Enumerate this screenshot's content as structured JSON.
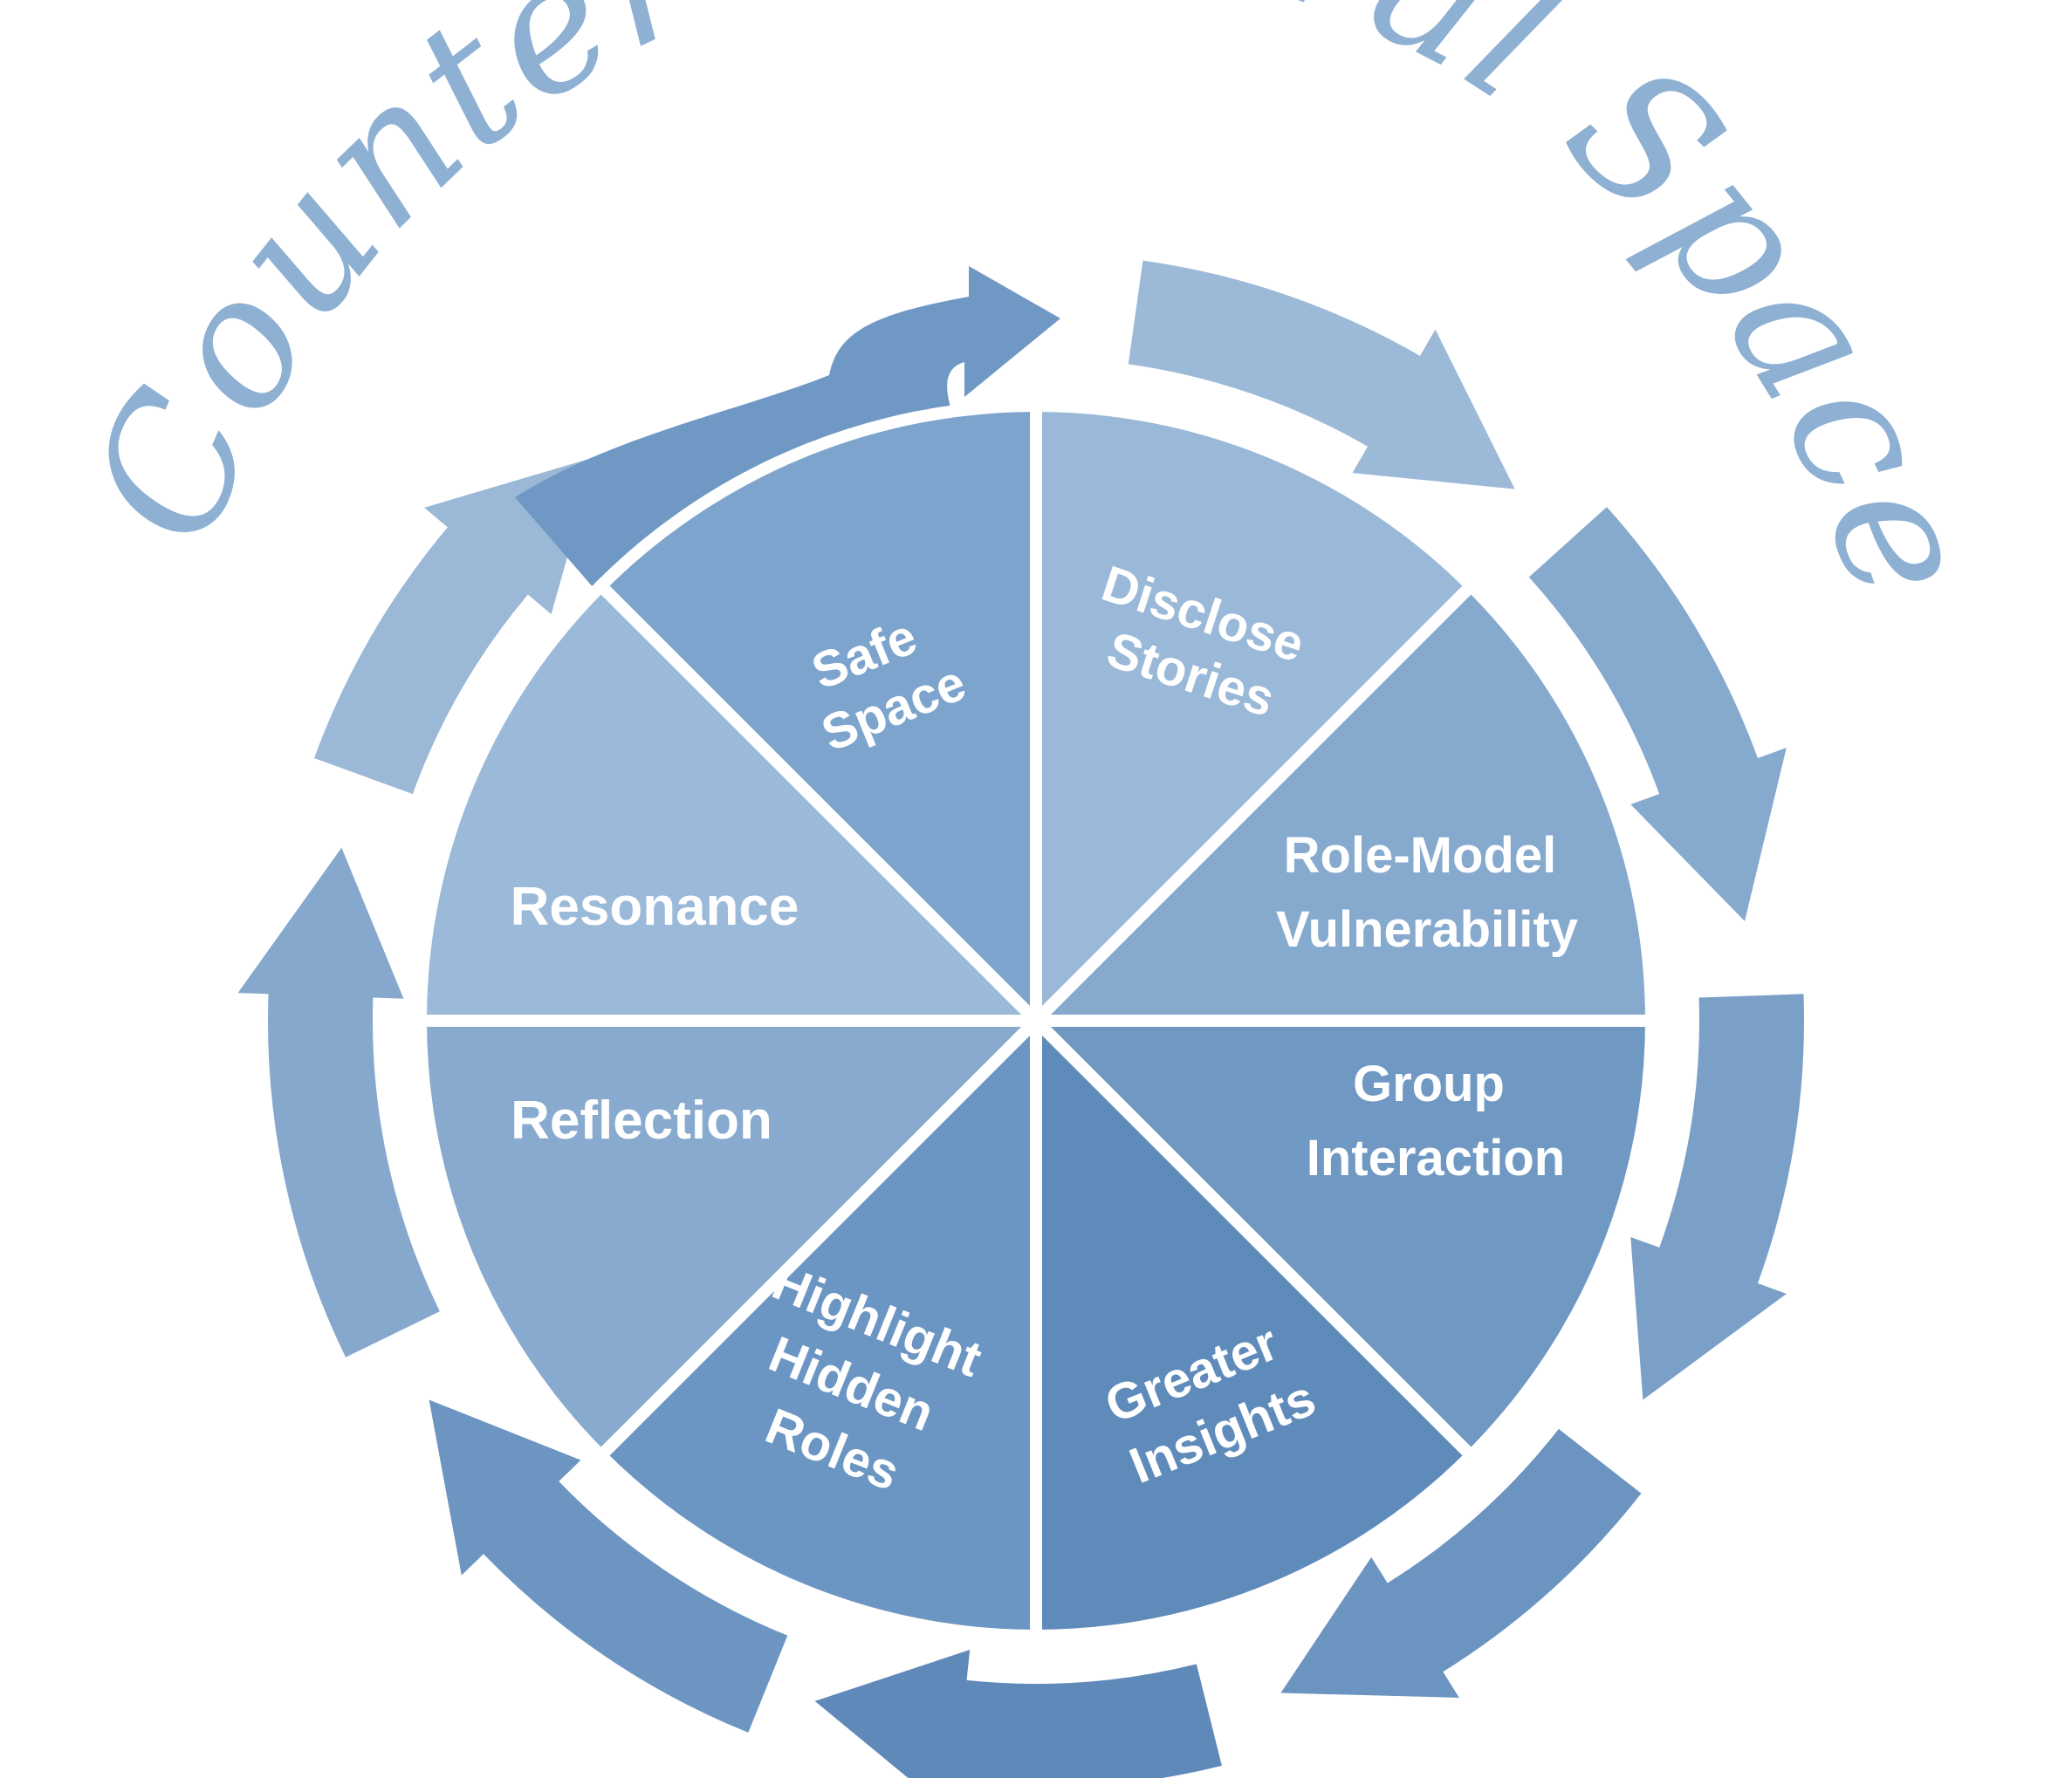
{
  "title": "Counter-Cultural Space",
  "segments": [
    {
      "lines": [
        "Safe",
        "Space"
      ],
      "color": "#7da4cc"
    },
    {
      "lines": [
        "Disclose",
        "Stories"
      ],
      "color": "#9ab8d8"
    },
    {
      "lines": [
        "Role-Model",
        "Vulnerability"
      ],
      "color": "#86a9ce"
    },
    {
      "lines": [
        "Group",
        "Interaction"
      ],
      "color": "#6f98c3"
    },
    {
      "lines": [
        "Greater",
        "Insights"
      ],
      "color": "#5f8bbb"
    },
    {
      "lines": [
        "Highlight",
        "Hidden",
        "Roles"
      ],
      "color": "#6b95c2"
    },
    {
      "lines": [
        "Reflection"
      ],
      "color": "#88aacf"
    },
    {
      "lines": [
        "Resonance"
      ],
      "color": "#9bb9d8"
    }
  ],
  "arrow_colors": [
    "#9cbad8",
    "#86a9ce",
    "#7aa0c8",
    "#6b94c0",
    "#5f89b9",
    "#6d95c1",
    "#86a8cd",
    "#9bb8d7"
  ],
  "central_arrow_color": "#6f98c4"
}
